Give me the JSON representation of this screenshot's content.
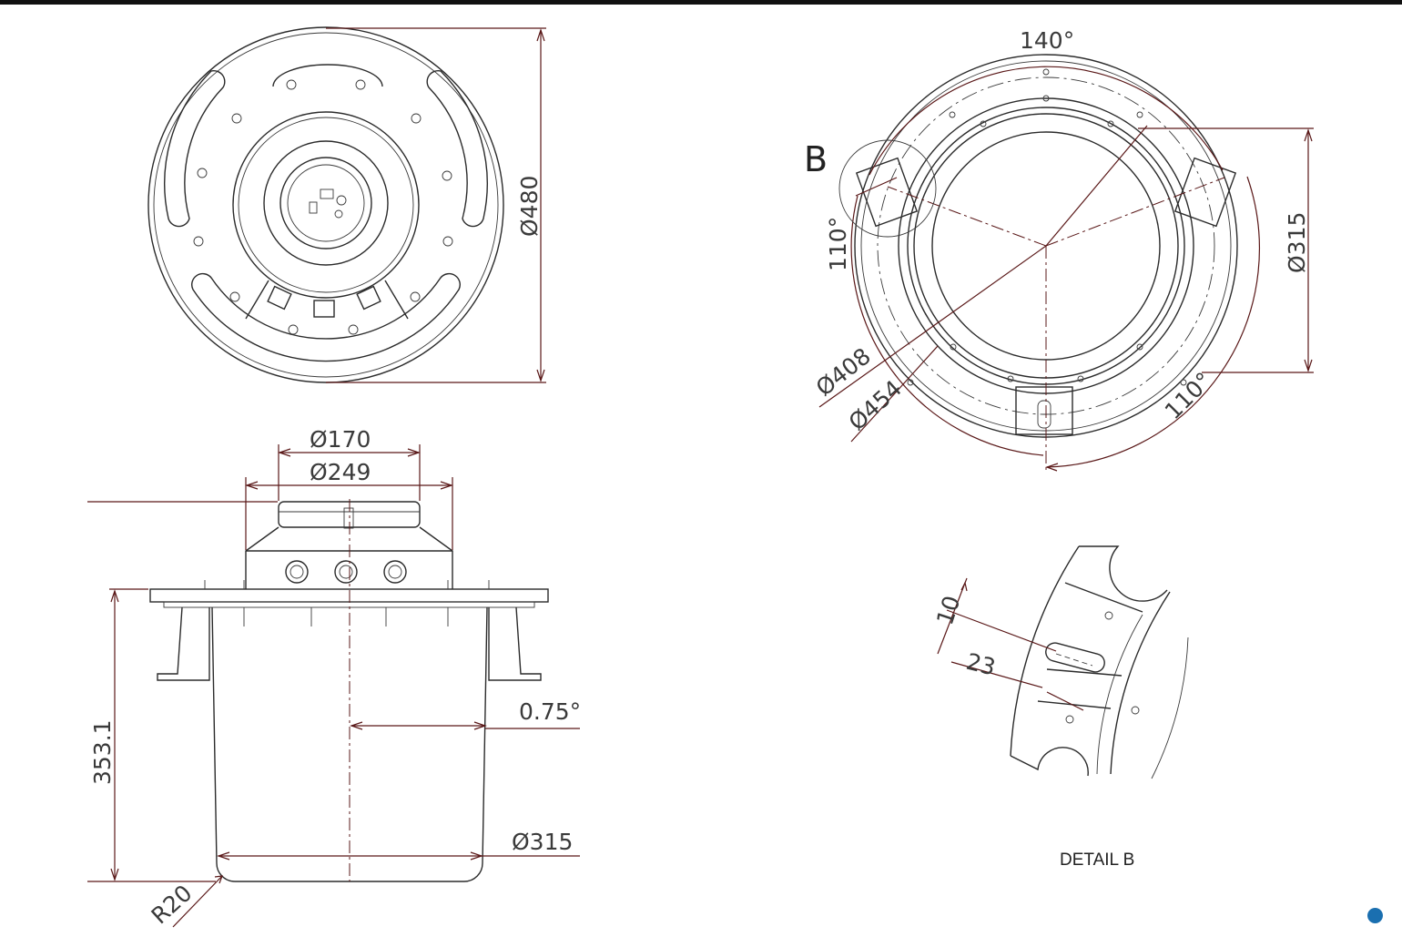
{
  "dimensions": {
    "top_view_diameter": "Ø480",
    "mount_diameter": "Ø315",
    "pcd_408": "Ø408",
    "pcd_454": "Ø454",
    "angle_140": "140°",
    "angle_110_left": "110°",
    "angle_110_right": "110°",
    "detail_marker": "B",
    "dia_170": "Ø170",
    "dia_249": "Ø249",
    "height": "353.1",
    "draft_angle": "0.75°",
    "body_diameter": "Ø315",
    "corner_radius": "R20",
    "slot_width": "10",
    "slot_length": "23"
  },
  "detail_caption": "DETAIL B",
  "colors": {
    "dimension_line": "#5a1818",
    "outline": "#2b2b2b",
    "dot": "#1a6fb0"
  }
}
